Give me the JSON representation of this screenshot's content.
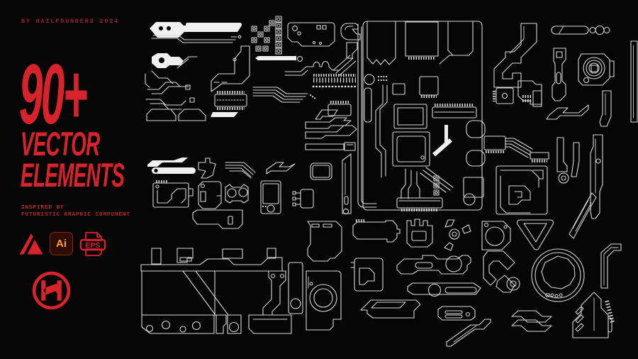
{
  "byline": "BY HAILFOUNDERS 2024",
  "headline": {
    "count": "90+",
    "line1": "VECTOR",
    "line2": "ELEMENTS"
  },
  "tagline": {
    "line1": "INSPIRED BY",
    "line2": "FUTURISTIC GRAPHIC COMPONENT"
  },
  "format_badges": {
    "illustrator_label": "Ai",
    "eps_label": "EPS"
  },
  "icons": [
    "affinity-logo-icon",
    "adobe-illustrator-icon",
    "eps-file-icon",
    "hailfounders-mark-icon"
  ],
  "colors": {
    "background": "#060606",
    "accent_red": "#d6232c",
    "byline_red": "#a32126",
    "tagline_red": "#c2242b",
    "element_stroke": "#d9d9d9",
    "illustrator_orange": "#ff9c2e",
    "illustrator_bg": "#2f0b06"
  }
}
